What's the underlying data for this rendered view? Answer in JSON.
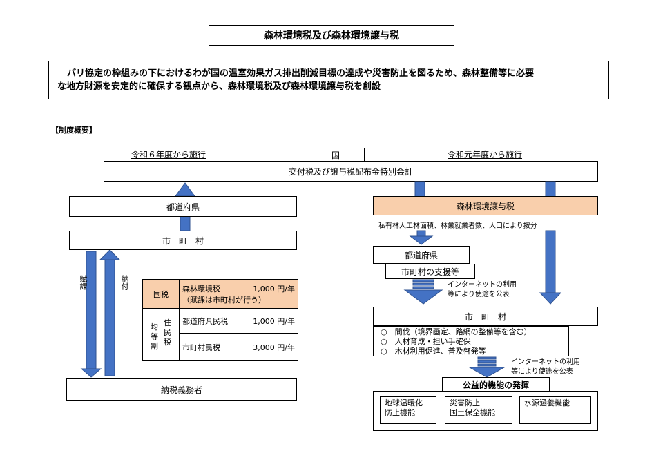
{
  "title": "森林環境税及び森林環境譲与税",
  "intro": {
    "line1": "パリ協定の枠組みの下におけるわが国の温室効果ガス排出削減目標の達成や災害防止を図るため、森林整備等に必要",
    "line2": "な地方財源を安定的に確保する観点から、森林環境税及び森林環境譲与税を創設"
  },
  "section_label": "【制度概要】",
  "left": {
    "start_label": "令和６年度から施行",
    "prefecture": "都道府県",
    "municipality": "市　町　村",
    "levy": "賦課",
    "pay": "納付",
    "taxpayer": "納税義務者"
  },
  "right": {
    "start_label": "令和元年度から施行",
    "transfer_tax": "森林環境譲与税",
    "distribution": "私有林人工林面積、林業就業者数、人口により按分",
    "prefecture": "都道府県",
    "support": "市町村の支援等",
    "internet1": "インターネットの利用",
    "internet1b": "等により使途を公表",
    "municipality": "市　町　村",
    "uses": [
      "○　間伐（境界画定、路網の整備等を含む）",
      "○　人材育成・担い手確保",
      "○　木材利用促進、普及啓発等"
    ],
    "internet2": "インターネットの利用",
    "internet2b": "等により使途を公表",
    "public_function": "公益的機能の発揮",
    "functions": [
      {
        "l1": "地球温暖化",
        "l2": "防止機能"
      },
      {
        "l1": "災害防止",
        "l2": "国土保全機能"
      },
      {
        "l1": "水源涵養機能",
        "l2": ""
      }
    ]
  },
  "center": {
    "country": "国",
    "special_account": "交付税及び譲与税配布金特別会計"
  },
  "tax_table": {
    "national_label": "国税",
    "forest_tax": "森林環境税",
    "forest_tax_amount": "1,000 円/年",
    "forest_tax_note": "（賦課は市町村が行う）",
    "equal_label_1": "均",
    "equal_label_2": "等",
    "equal_label_3": "割",
    "resident_label_1": "住",
    "resident_label_2": "民",
    "resident_label_3": "税",
    "pref_tax": "都道府県民税",
    "pref_tax_amount": "1,000 円/年",
    "muni_tax": "市町村民税",
    "muni_tax_amount": "3,000 円/年"
  },
  "colors": {
    "arrow": "#4472c4",
    "peach": "#f9cfac"
  }
}
